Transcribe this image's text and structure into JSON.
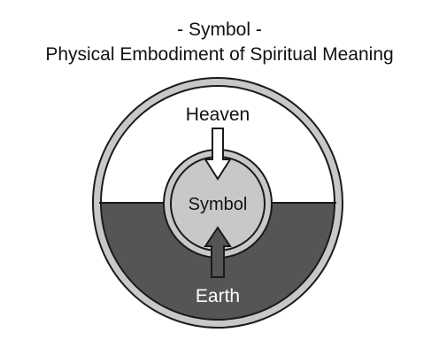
{
  "title": {
    "line1": "- Symbol -",
    "line2": "Physical Embodiment of Spiritual Meaning"
  },
  "diagram": {
    "top_label": "Heaven",
    "center_label": "Symbol",
    "bottom_label": "Earth",
    "arrows": [
      {
        "name": "heaven-arrow",
        "direction": "down",
        "fill": "#ffffff"
      },
      {
        "name": "earth-arrow",
        "direction": "up",
        "fill": "#555555"
      }
    ],
    "colors": {
      "outer_ring": "#c8c8c8",
      "heaven_half": "#ffffff",
      "earth_half": "#555555",
      "center_circle": "#c8c8c8",
      "outline": "#1a1a1a",
      "earth_text": "#ffffff",
      "text": "#111111"
    }
  }
}
